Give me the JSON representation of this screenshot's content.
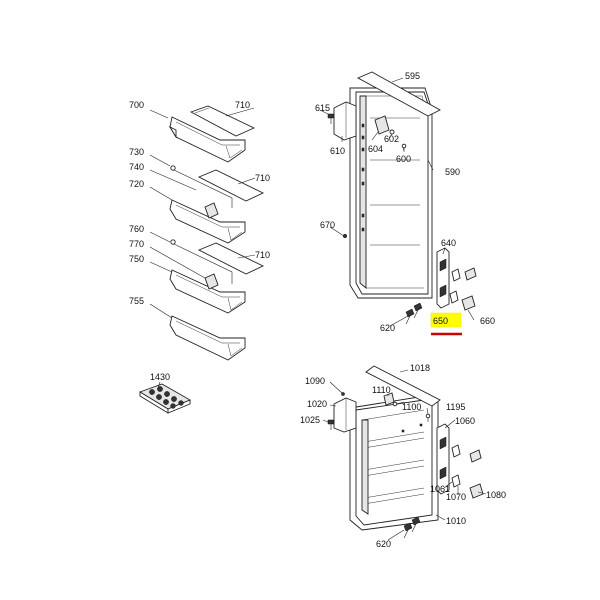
{
  "labels": {
    "l700": "700",
    "l710a": "710",
    "l730": "730",
    "l740": "740",
    "l720": "720",
    "l710b": "710",
    "l760": "760",
    "l770": "770",
    "l750": "750",
    "l710c": "710",
    "l755": "755",
    "l1430": "1430",
    "l595": "595",
    "l615": "615",
    "l610": "610",
    "l604": "604",
    "l602": "602",
    "l600": "600",
    "l590": "590",
    "l670": "670",
    "l640": "640",
    "l620a": "620",
    "l650": "650",
    "l660": "660",
    "l1018": "1018",
    "l1090": "1090",
    "l1110": "1110",
    "l1020": "1020",
    "l1100": "1100",
    "l1195": "1195",
    "l1025": "1025",
    "l1060": "1060",
    "l1061": "1061",
    "l1070": "1070",
    "l1080": "1080",
    "l1010": "1010",
    "l620b": "620"
  },
  "colors": {
    "highlight": "#ffff00",
    "underline": "#cc0000",
    "line": "#222222",
    "background": "#ffffff"
  }
}
